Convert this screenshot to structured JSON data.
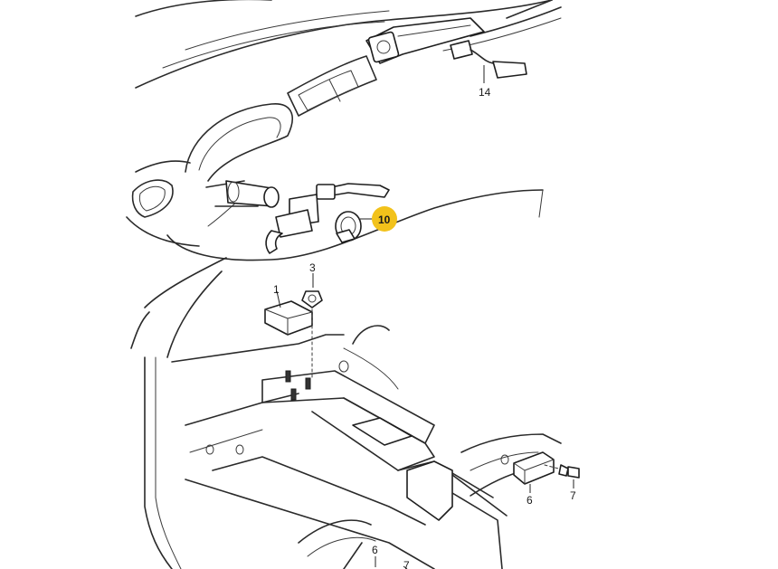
{
  "callouts": [
    {
      "id": "14",
      "text": "14",
      "highlighted": false
    },
    {
      "id": "10",
      "text": "10",
      "highlighted": true
    },
    {
      "id": "3",
      "text": "3",
      "highlighted": false
    },
    {
      "id": "1",
      "text": "1",
      "highlighted": false
    },
    {
      "id": "6a",
      "text": "6",
      "highlighted": false
    },
    {
      "id": "7a",
      "text": "7",
      "highlighted": false
    },
    {
      "id": "6b",
      "text": "6",
      "highlighted": false
    },
    {
      "id": "7b",
      "text": "7",
      "highlighted": false
    }
  ],
  "colors": {
    "highlight": "#F2C21B",
    "line": "#2a2a2a",
    "background": "#ffffff"
  }
}
